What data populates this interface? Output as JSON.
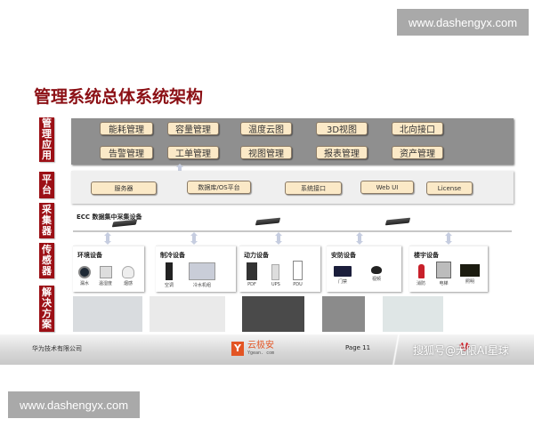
{
  "watermarks": {
    "top": "www.dashengyx.com",
    "bottom": "www.dashengyx.com"
  },
  "title": "管理系统总体系统架构",
  "side_labels": [
    {
      "id": "mgmt",
      "text": [
        "管",
        "理",
        "应",
        "用"
      ]
    },
    {
      "id": "platform",
      "text": [
        "平",
        "台"
      ]
    },
    {
      "id": "collector",
      "text": [
        "采",
        "集",
        "器"
      ]
    },
    {
      "id": "sensor",
      "text": [
        "传",
        "感",
        "器"
      ]
    },
    {
      "id": "solution",
      "text": [
        "解",
        "决",
        "方",
        "案"
      ]
    }
  ],
  "management_apps": {
    "row1": [
      "能耗管理",
      "容量管理",
      "温度云图",
      "3D视图",
      "北向接口"
    ],
    "row2": [
      "告警管理",
      "工单管理",
      "视图管理",
      "报表管理",
      "资产管理"
    ]
  },
  "platform": [
    "服务器",
    "数据库/OS平台",
    "系统接口",
    "Web UI",
    "License"
  ],
  "collector": {
    "label": "ECC 数据集中采集设备"
  },
  "sensor_groups": [
    {
      "title": "环境设备",
      "devices": [
        "漏水",
        "温湿度",
        "烟感"
      ]
    },
    {
      "title": "制冷设备",
      "devices": [
        "空调",
        "冷水机组"
      ]
    },
    {
      "title": "动力设备",
      "devices": [
        "PDF",
        "UPS",
        "PDU"
      ]
    },
    {
      "title": "安防设备",
      "devices": [
        "门禁",
        "视频"
      ]
    },
    {
      "title": "楼宇设备",
      "devices": [
        "消防",
        "电梯",
        "照明"
      ]
    }
  ],
  "solutions": [
    "container-datacenter",
    "modular-datacenter",
    "micro-module",
    "cabinet-row",
    "rack-server"
  ],
  "footer": {
    "company": "华为技术有限公司",
    "logo_cn": "云极安",
    "logo_en": "Ygean. com",
    "page": "Page 11",
    "watermark": "搜狐号@无限AI星球"
  },
  "colors": {
    "title": "#8b0f14",
    "side_label": "#9c1016",
    "pill": "#fbe9c7",
    "mgmt_bg": "#8f8f8f",
    "watermark_bg": "#a9a9a9",
    "logo": "#e35524"
  }
}
